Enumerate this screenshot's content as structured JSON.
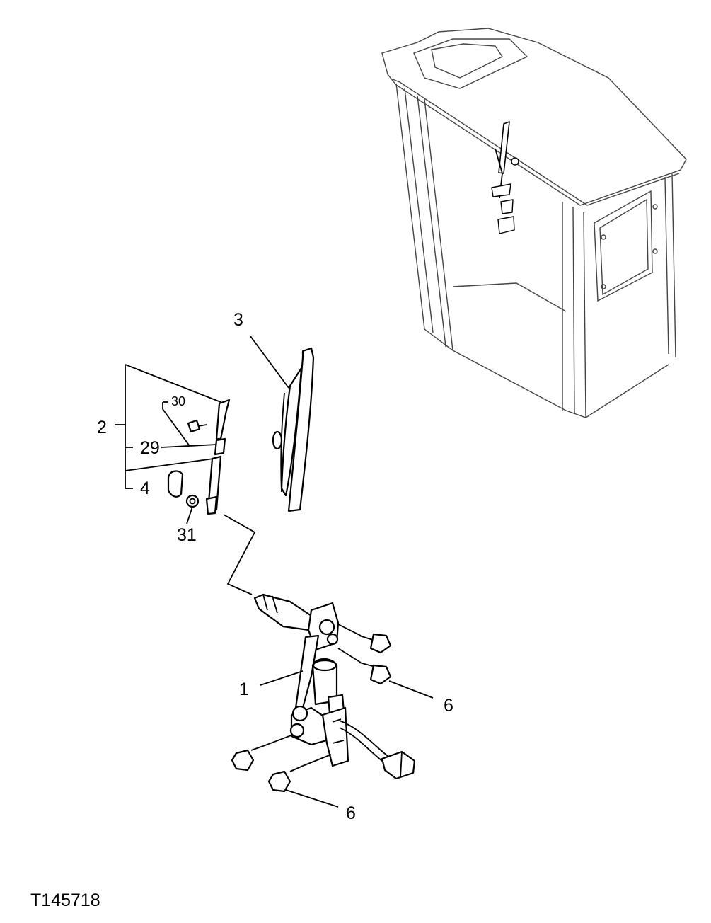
{
  "figure_id": "T145718",
  "callouts": {
    "c1": "1",
    "c2": "2",
    "c3": "3",
    "c4": "4",
    "c6a": "6",
    "c6b": "6",
    "c29": "29",
    "c30": "30",
    "c31": "31"
  }
}
